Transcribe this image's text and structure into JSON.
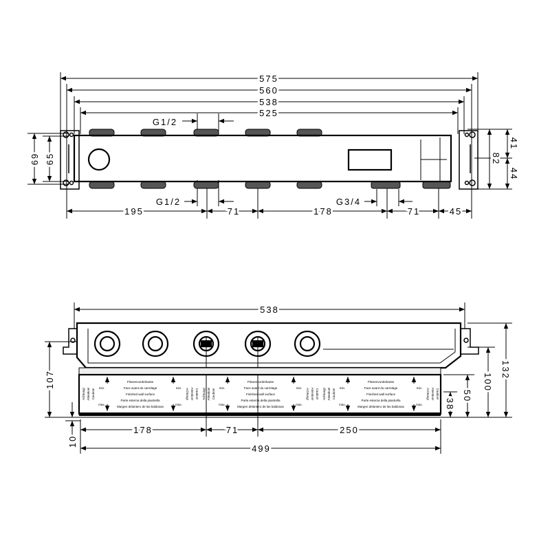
{
  "top_view": {
    "dims": {
      "d575": "575",
      "d560": "560",
      "d538": "538",
      "d525": "525",
      "d69": "69",
      "d65": "65",
      "d82": "82",
      "d41": "41",
      "d44": "44",
      "d195": "195",
      "d71a": "71",
      "d178": "178",
      "d71b": "71",
      "d45": "45"
    },
    "threads": {
      "top": "G1/2",
      "bottom_left": "G1/2",
      "bottom_right": "G3/4"
    }
  },
  "front_view": {
    "dims": {
      "d538": "538",
      "d178": "178",
      "d71": "71",
      "d250": "250",
      "d499": "499",
      "d107": "107",
      "d10": "10",
      "d38": "38",
      "d50": "50",
      "d100": "100",
      "d132": "132"
    },
    "tile_label": {
      "lines": [
        "Fliesenvorderkante",
        "Face avant du carrelage",
        "Finished wall surface",
        "Parte esterna della piastrella",
        "Margen delantero de las baldosas"
      ],
      "min": "min.",
      "max": "max.",
      "warnings": [
        "Achtung!",
        "Attention!",
        "Caution!"
      ]
    }
  }
}
